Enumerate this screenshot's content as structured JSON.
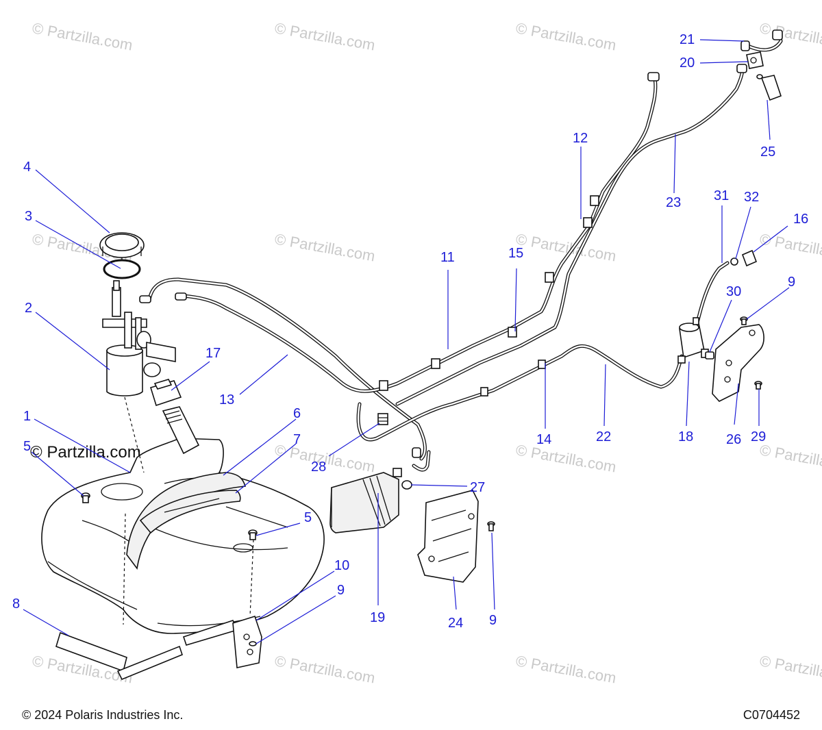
{
  "watermark": {
    "repeat_text": "© Partzilla.com",
    "prominent_text": "© Partzilla.com"
  },
  "callouts": [
    "1",
    "2",
    "3",
    "4",
    "5",
    "5",
    "6",
    "7",
    "8",
    "9",
    "9",
    "9",
    "10",
    "11",
    "12",
    "13",
    "14",
    "15",
    "16",
    "17",
    "18",
    "19",
    "20",
    "21",
    "22",
    "23",
    "24",
    "25",
    "26",
    "27",
    "28",
    "29",
    "30",
    "31",
    "32"
  ],
  "footer": {
    "copyright": "© 2024 Polaris Industries Inc.",
    "diagram_code": "C0704452"
  },
  "colors": {
    "callout": "#1c1cd6",
    "line_art": "#111111",
    "watermark": "#c9c9c9"
  }
}
